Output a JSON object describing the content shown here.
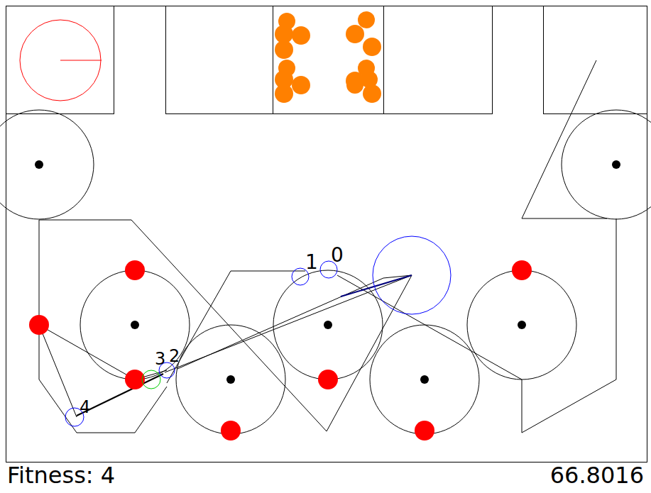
{
  "diagram": {
    "labels": [
      "1",
      "0",
      "3",
      "2",
      "4",
      "Fitness: 4",
      "66.8016"
    ]
  }
}
